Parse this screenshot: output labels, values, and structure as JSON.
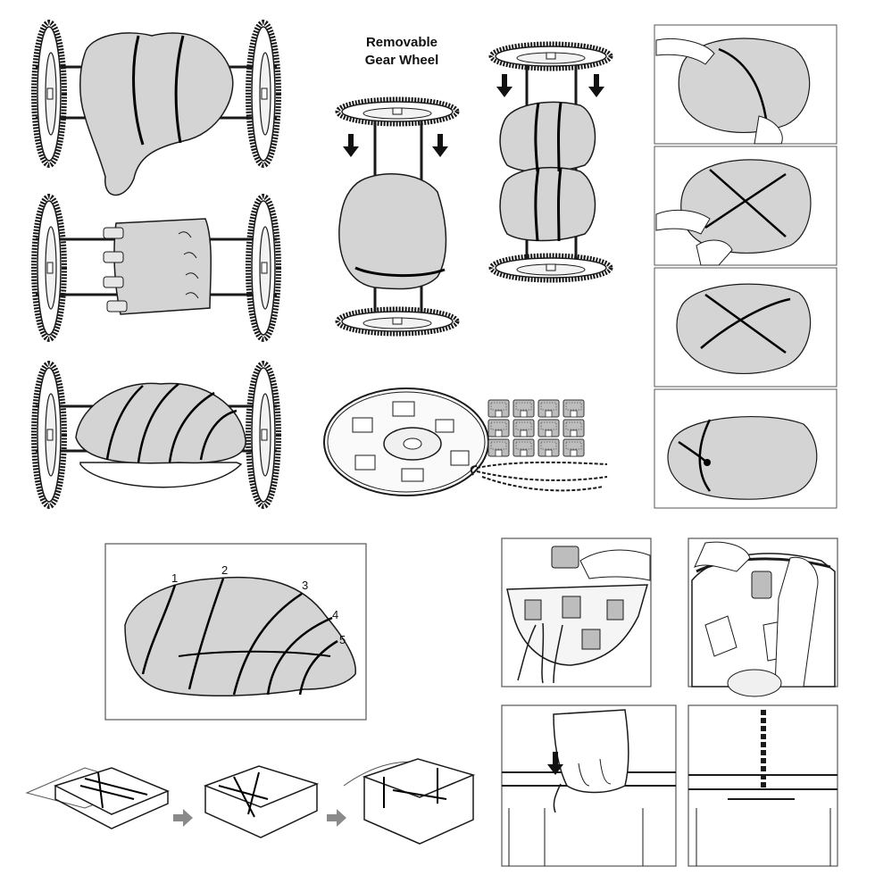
{
  "diagram": {
    "title_line1": "Removable",
    "title_line2": "Gear Wheel",
    "tie_numbers": [
      "1",
      "2",
      "3",
      "4",
      "5"
    ],
    "colors": {
      "meat": "#d4d4d4",
      "line": "#1a1a1a",
      "string": "#000000",
      "metal": "#f2f2f2",
      "arrow_grey": "#8a8a8a"
    },
    "icons": [
      "spit-wheel-icon",
      "gear-wheel-icon",
      "down-arrow-icon",
      "right-arrow-icon",
      "clip-icon",
      "chain-icon",
      "hand-icon"
    ]
  }
}
